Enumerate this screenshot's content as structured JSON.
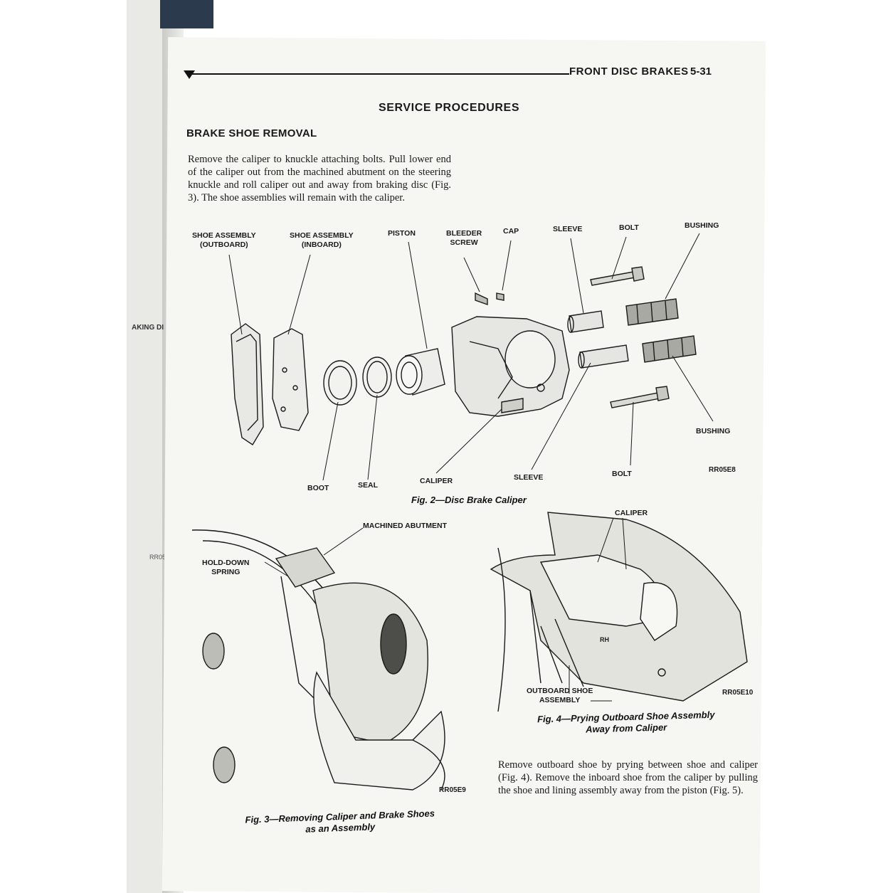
{
  "header": {
    "title": "FRONT DISC BRAKES",
    "page": "5-31"
  },
  "section_title": "SERVICE PROCEDURES",
  "subsection_title": "BRAKE SHOE REMOVAL",
  "paragraphs": {
    "p1": "Remove the caliper to knuckle attaching bolts. Pull lower end of the caliper out from the machined abutment on the steering knuckle and roll caliper out and away from braking disc (Fig. 3). The shoe assemblies will remain with the caliper.",
    "p2": "Remove outboard shoe by prying between shoe and caliper (Fig. 4). Remove the inboard shoe from the caliper by pulling the shoe and lining assembly away from the piston (Fig. 5)."
  },
  "fig2": {
    "labels": {
      "shoe_outboard": "SHOE ASSEMBLY\n(OUTBOARD)",
      "shoe_inboard": "SHOE ASSEMBLY\n(INBOARD)",
      "piston": "PISTON",
      "bleeder": "BLEEDER\nSCREW",
      "cap": "CAP",
      "sleeve_top": "SLEEVE",
      "bolt_top": "BOLT",
      "bushing_top": "BUSHING",
      "bushing_bottom": "BUSHING",
      "bolt_bottom": "BOLT",
      "sleeve_bottom": "SLEEVE",
      "caliper": "CALIPER",
      "seal": "SEAL",
      "boot": "BOOT"
    },
    "code": "RR05E8",
    "caption": "Fig. 2—Disc Brake Caliper"
  },
  "fig3": {
    "labels": {
      "abutment": "MACHINED ABUTMENT",
      "spring": "HOLD-DOWN\nSPRING"
    },
    "code": "RR05E9",
    "caption": "Fig. 3—Removing Caliper and Brake Shoes\nas an Assembly"
  },
  "fig4": {
    "labels": {
      "caliper": "CALIPER",
      "outboard": "OUTBOARD SHOE\nASSEMBLY",
      "rh": "RH"
    },
    "code": "RR05E10",
    "caption": "Fig. 4—Prying Outboard Shoe Assembly\nAway from Caliper"
  },
  "left_page": {
    "fragment": "AKING DI",
    "code": "RR05"
  }
}
